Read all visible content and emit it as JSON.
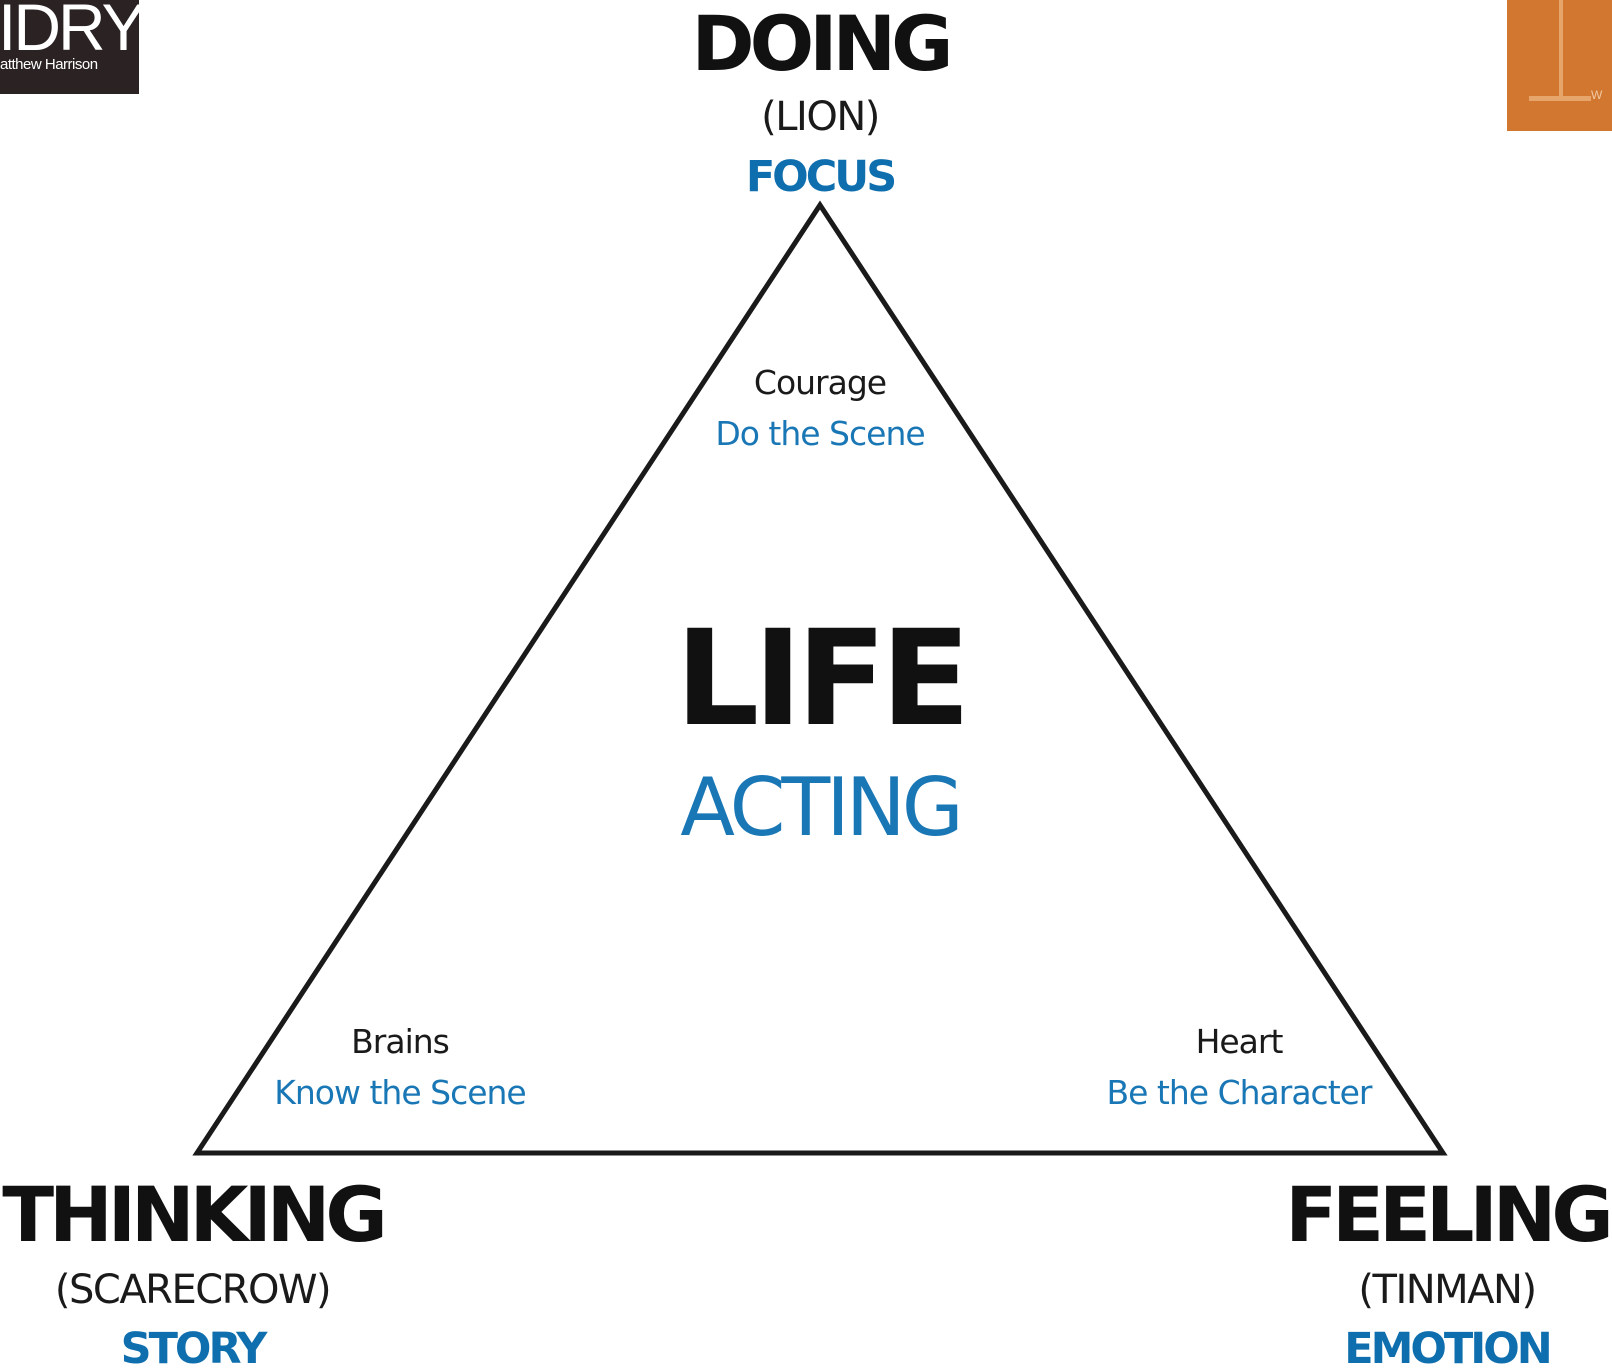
{
  "logos": {
    "left": {
      "title": "IDRY",
      "subtitle": "atthew Harrison"
    },
    "right": {
      "text": "W"
    }
  },
  "colors": {
    "blue": "#1a77b6",
    "dark_blue": "#0f6fae",
    "black": "#111111",
    "triangle_stroke": "#1a1a1a",
    "logo_left_bg": "#2b2323",
    "logo_right_bg": "#d2772f"
  },
  "vertices": {
    "top": {
      "title": "DOING",
      "character": "(LION)",
      "focus": "FOCUS"
    },
    "bottom_left": {
      "title": "THINKING",
      "character": "(SCARECROW)",
      "focus": "STORY"
    },
    "bottom_right": {
      "title": "FEELING",
      "character": "(TINMAN)",
      "focus": "EMOTION"
    }
  },
  "corners": {
    "top": {
      "quality": "Courage",
      "action": "Do the Scene"
    },
    "bottom_left": {
      "quality": "Brains",
      "action": "Know the Scene"
    },
    "bottom_right": {
      "quality": "Heart",
      "action": "Be the Character"
    }
  },
  "center": {
    "title": "LIFE",
    "subtitle": "ACTING"
  }
}
